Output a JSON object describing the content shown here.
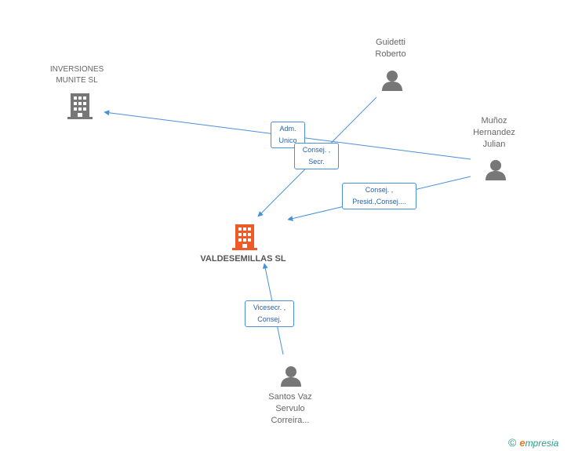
{
  "nodes": {
    "inversiones": {
      "label": "INVERSIONES\nMUNITE  SL"
    },
    "guidetti": {
      "label": "Guidetti\nRoberto"
    },
    "munoz": {
      "label": "Muñoz\nHernandez\nJulian"
    },
    "valdesemillas": {
      "label": "VALDESEMILLAS SL"
    },
    "santos": {
      "label": "Santos Vaz\nServulo\nCorreira..."
    }
  },
  "relations": {
    "adm_unico": "Adm.\nUnico",
    "consej_secr": "Consej. ,\nSecr.",
    "consej_presid": "Consej. ,\nPresid.,Consej....",
    "vicesecr": "Vicesecr. ,\nConsej."
  },
  "colors": {
    "edge": "#4a90d9",
    "company_grey": "#777777",
    "company_main": "#f05a28",
    "person": "#777777"
  },
  "footer": {
    "copyright": "©",
    "brand_e": "e",
    "brand_rest": "mpresia"
  }
}
